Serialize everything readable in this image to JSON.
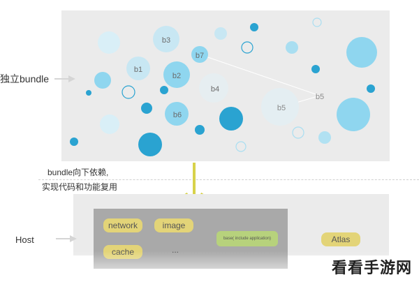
{
  "top_section": {
    "label": "独立bundle",
    "bubble_labels": [
      "b1",
      "b2",
      "b3",
      "b4",
      "b5",
      "b5",
      "b6",
      "b7"
    ]
  },
  "note": {
    "line1": "bundle向下依赖,",
    "line2": "实现代码和功能复用"
  },
  "host_section": {
    "label": "Host",
    "pills": {
      "network": "network",
      "image": "image",
      "cache": "cache",
      "ellipsis": "...",
      "base": "base( include application)",
      "atlas": "Atlas"
    }
  },
  "watermark": "看看手游网",
  "colors": {
    "panel_gray": "#ebebeb",
    "inner_gray": "#a9a9a9",
    "arrow_yellow": "#d8d24a",
    "pill_yellow": "#e3d478",
    "pill_green": "#b7d27c",
    "bubble_light": "#c9e9f4",
    "bubble_mid": "#8fd6ef",
    "bubble_dark": "#2aa3d1"
  }
}
